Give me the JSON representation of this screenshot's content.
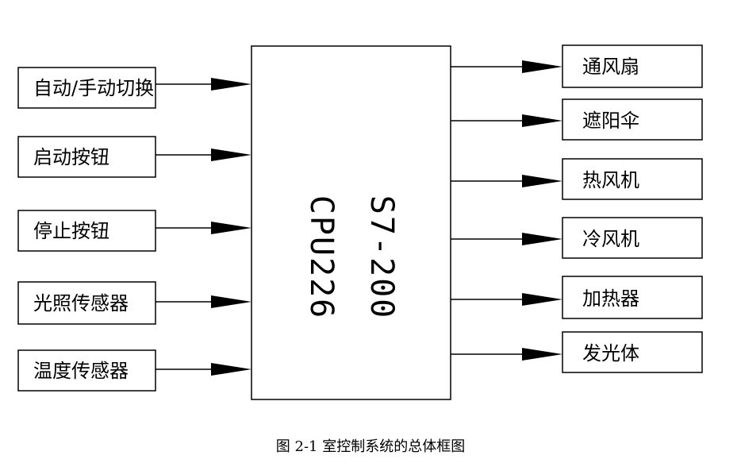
{
  "inputs": [
    "自动/手动切换",
    "启动按钮",
    "停止按钮",
    "光照传感器",
    "温度传感器"
  ],
  "controller": {
    "line1": "S7-200",
    "line2": "CPU226"
  },
  "outputs": [
    "通风扇",
    "遮阳伞",
    "热风机",
    "冷风机",
    "加热器",
    "发光体"
  ],
  "caption": "图 2-1  室控制系统的总体框图"
}
